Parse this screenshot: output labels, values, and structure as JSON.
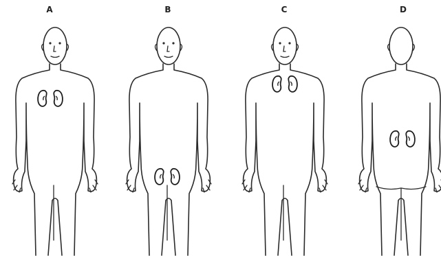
{
  "figures": [
    {
      "label": "A",
      "view": "front",
      "kidney_position": "chest"
    },
    {
      "label": "B",
      "view": "front",
      "kidney_position": "pelvis"
    },
    {
      "label": "C",
      "view": "front",
      "kidney_position": "upper-chest"
    },
    {
      "label": "D",
      "view": "back",
      "kidney_position": "lower-back"
    }
  ]
}
